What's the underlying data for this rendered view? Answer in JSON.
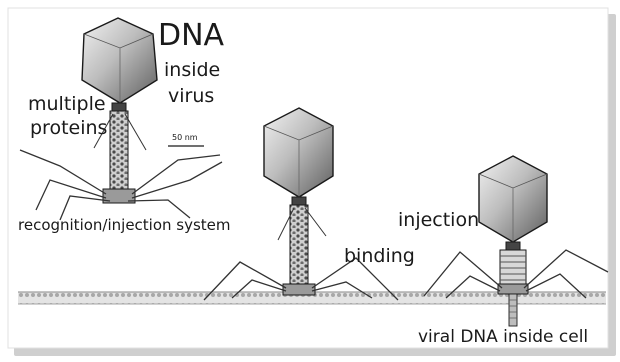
{
  "labels": {
    "dna": "DNA",
    "inside": "inside",
    "virus": "virus",
    "multiple": "multiple",
    "proteins": "proteins",
    "scale": "50 nm",
    "recognition": "recognition/injection system",
    "binding": "binding",
    "injection": "injection",
    "viral_dna": "viral DNA inside cell"
  },
  "colors": {
    "frame_shadow": "#d9d9d9",
    "capsid_light": "#e6e6e6",
    "capsid_dark": "#6f6f6f",
    "tail": "#8a8a8a",
    "membrane": "#9c9c9c",
    "ink": "#1a1a1a"
  }
}
